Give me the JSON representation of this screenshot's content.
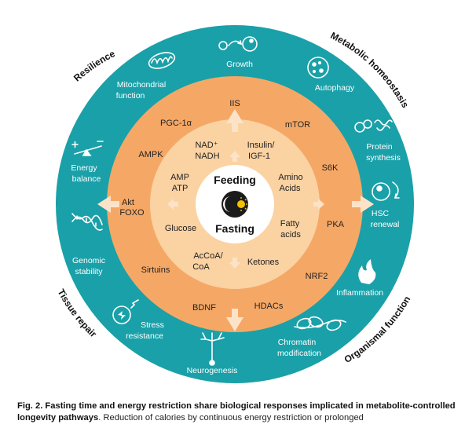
{
  "center": {
    "top": "Feeding",
    "bottom": "Fasting"
  },
  "outer_arcs": {
    "resilience": "Resilience",
    "metabolic_homeostasis": "Metabolic homeostasis",
    "tissue_repair": "Tissue repair",
    "organismal_function": "Organismal function"
  },
  "outcomes": {
    "growth": "Growth",
    "mito_1": "Mitochondrial",
    "mito_2": "function",
    "autophagy": "Autophagy",
    "energy_1": "Energy",
    "energy_2": "balance",
    "protein_1": "Protein",
    "protein_2": "synthesis",
    "hsc_1": "HSC",
    "hsc_2": "renewal",
    "genomic_1": "Genomic",
    "genomic_2": "stability",
    "inflammation": "Inflammation",
    "stress_1": "Stress",
    "stress_2": "resistance",
    "chromatin_1": "Chromatin",
    "chromatin_2": "modification",
    "neurogenesis": "Neurogenesis"
  },
  "pathways": {
    "iis": "IIS",
    "pgc": "PGC-1α",
    "mtor": "mTOR",
    "ampk": "AMPK",
    "s6k": "S6K",
    "akt": "Akt",
    "foxo": "FOXO",
    "pka": "PKA",
    "sirtuins": "Sirtuins",
    "nrf2": "NRF2",
    "bdnf": "BDNF",
    "hdacs": "HDACs"
  },
  "metabolites": {
    "nad": "NAD⁺",
    "nadh": "NADH",
    "insulin": "Insulin/",
    "igf": "IGF-1",
    "amp": "AMP",
    "atp": "ATP",
    "amino_1": "Amino",
    "amino_2": "Acids",
    "glucose": "Glucose",
    "fatty_1": "Fatty",
    "fatty_2": "acids",
    "acoa_1": "AcCoA/",
    "acoa_2": "CoA",
    "ketones": "Ketones"
  },
  "caption": {
    "bold": "Fig. 2. Fasting time and energy restriction share biological responses implicated in metabolite-controlled longevity pathways",
    "rest": ". Reduction of calories by continuous energy restriction or prolonged"
  },
  "colors": {
    "outer_ring": "#1aa0a8",
    "middle_ring": "#f5a866",
    "inner_disc": "#fbd2a2",
    "arrow": "#fce3c8",
    "center_dark": "#1b1b1b",
    "sun": "#f2c200"
  }
}
